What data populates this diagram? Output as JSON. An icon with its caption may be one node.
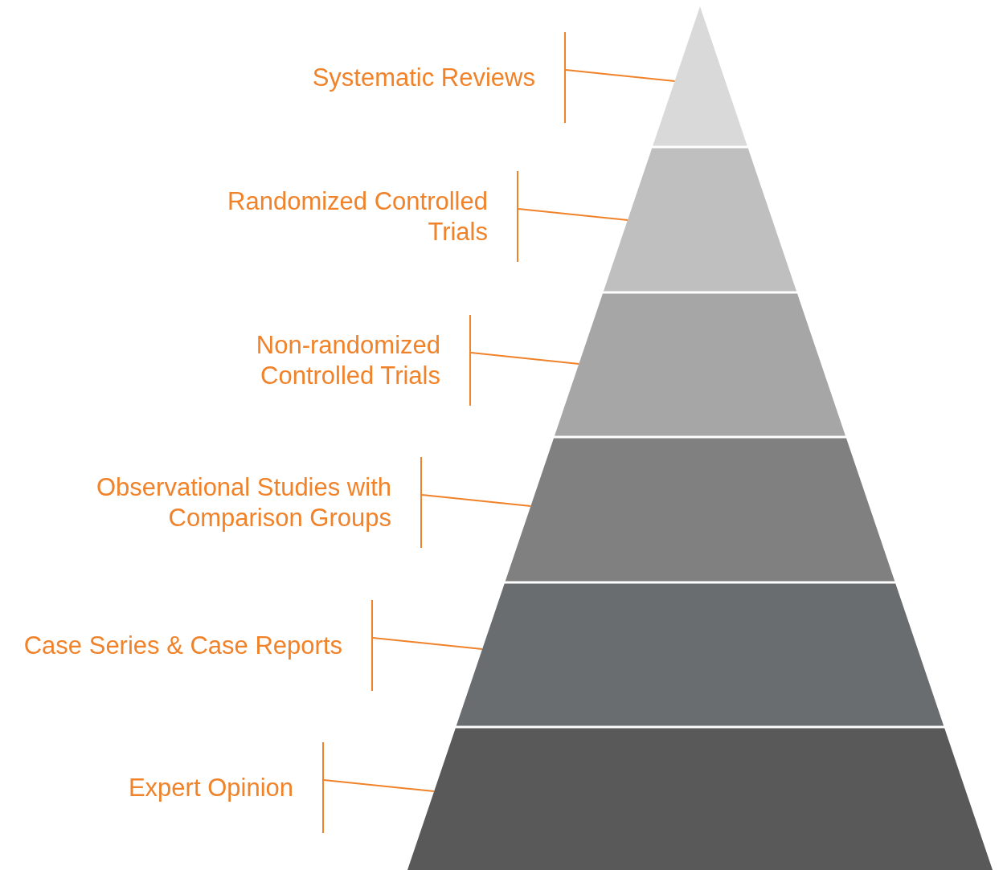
{
  "diagram": {
    "nodes": [
      {
        "text": [
          "Systematic Reviews"
        ]
      },
      {
        "text": [
          "Randomized Controlled Trials"
        ]
      },
      {
        "text": [
          "Non-randomized Controlled Trials"
        ]
      },
      {
        "text": [
          "Observational Studies with Comparison Groups"
        ]
      },
      {
        "text": [
          "Case Series & Case Reports"
        ]
      },
      {
        "text": [
          "Expert Opinion"
        ]
      },
      {
        "text": [],
        "shape": "triangle"
      },
      {
        "text": [],
        "shape": "trapezoid"
      },
      {
        "text": [],
        "shape": "trapezoid"
      },
      {
        "text": [],
        "shape": "trapezoid"
      },
      {
        "text": [],
        "shape": "trapezoid"
      },
      {
        "text": [],
        "shape": "trapezoid"
      }
    ],
    "edges": [
      {
        "from": 0,
        "to": 6,
        "arrow": "none"
      },
      {
        "from": 1,
        "to": 7,
        "arrow": "none"
      },
      {
        "from": 2,
        "to": 8,
        "arrow": "none"
      },
      {
        "from": 3,
        "to": 9,
        "arrow": "none"
      },
      {
        "from": 4,
        "to": 10,
        "arrow": "none"
      },
      {
        "from": 5,
        "to": 11,
        "arrow": "none"
      }
    ]
  }
}
